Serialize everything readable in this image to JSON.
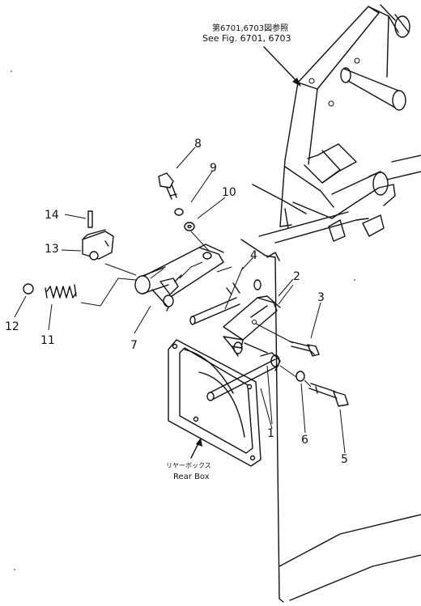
{
  "references": {
    "fig_jp": "第6701,6703図参照",
    "fig_en": "See Fig. 6701, 6703",
    "rear_box_jp": "リヤーボックス",
    "rear_box_en": "Rear Box"
  },
  "callouts": [
    "1",
    "2",
    "3",
    "4",
    "5",
    "6",
    "7",
    "8",
    "9",
    "10",
    "11",
    "12",
    "13",
    "14"
  ]
}
